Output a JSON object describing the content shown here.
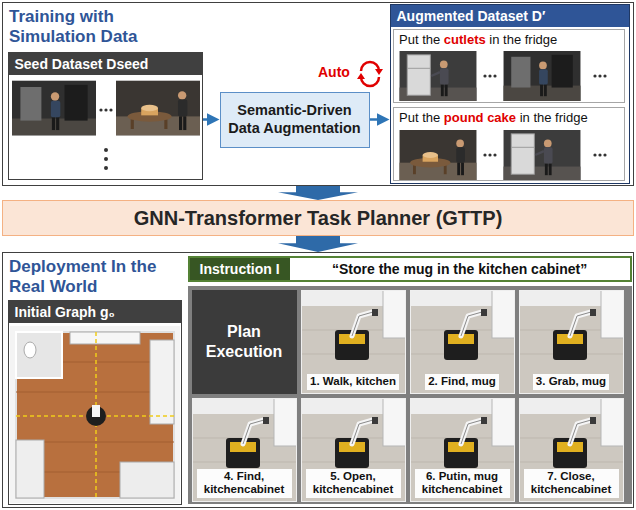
{
  "diagram": {
    "nodes": [
      {
        "text": [
          "Training with Simulation Data"
        ]
      },
      {
        "text": [
          "Seed Dataset Dseed"
        ],
        "in": 0
      },
      {
        "text": [
          "Semantic-Driven Data Augmentation"
        ],
        "in": 0
      },
      {
        "text": [
          "Augmented Dataset D′"
        ],
        "in": 0
      },
      {
        "text": [
          "Put the cutlets in the fridge"
        ],
        "in": 3
      },
      {
        "text": [
          "Put the pound cake in the fridge"
        ],
        "in": 3
      },
      {
        "text": [
          "GNN-Transformer Task Planner (GTTP)"
        ]
      },
      {
        "text": [
          "Deployment In the Real World"
        ]
      },
      {
        "text": [
          "Initial Graph g₀"
        ],
        "in": 7
      },
      {
        "text": [
          "Instruction I",
          "“Store the mug in the kitchen cabinet”"
        ],
        "in": 7
      },
      {
        "text": [
          "Plan Execution"
        ],
        "in": 7
      },
      {
        "text": [
          "1. Walk, kitchen"
        ],
        "in": 10
      },
      {
        "text": [
          "2. Find, mug"
        ],
        "in": 10
      },
      {
        "text": [
          "3. Grab, mug"
        ],
        "in": 10
      },
      {
        "text": [
          "4. Find, kitchencabinet"
        ],
        "in": 10
      },
      {
        "text": [
          "5. Open, kitchencabinet"
        ],
        "in": 10
      },
      {
        "text": [
          "6. Putin, mug kitchencabinet"
        ],
        "in": 10
      },
      {
        "text": [
          "7. Close, kitchencabinet"
        ],
        "in": 10
      }
    ],
    "edges": [
      {
        "from": 1,
        "to": 2,
        "arrow": "to"
      },
      {
        "from": 2,
        "to": 3,
        "arrow": "to"
      },
      {
        "from": 0,
        "to": 6,
        "arrow": "to"
      },
      {
        "from": 6,
        "to": 7,
        "arrow": "to"
      }
    ],
    "labels": [
      "Auto"
    ]
  }
}
